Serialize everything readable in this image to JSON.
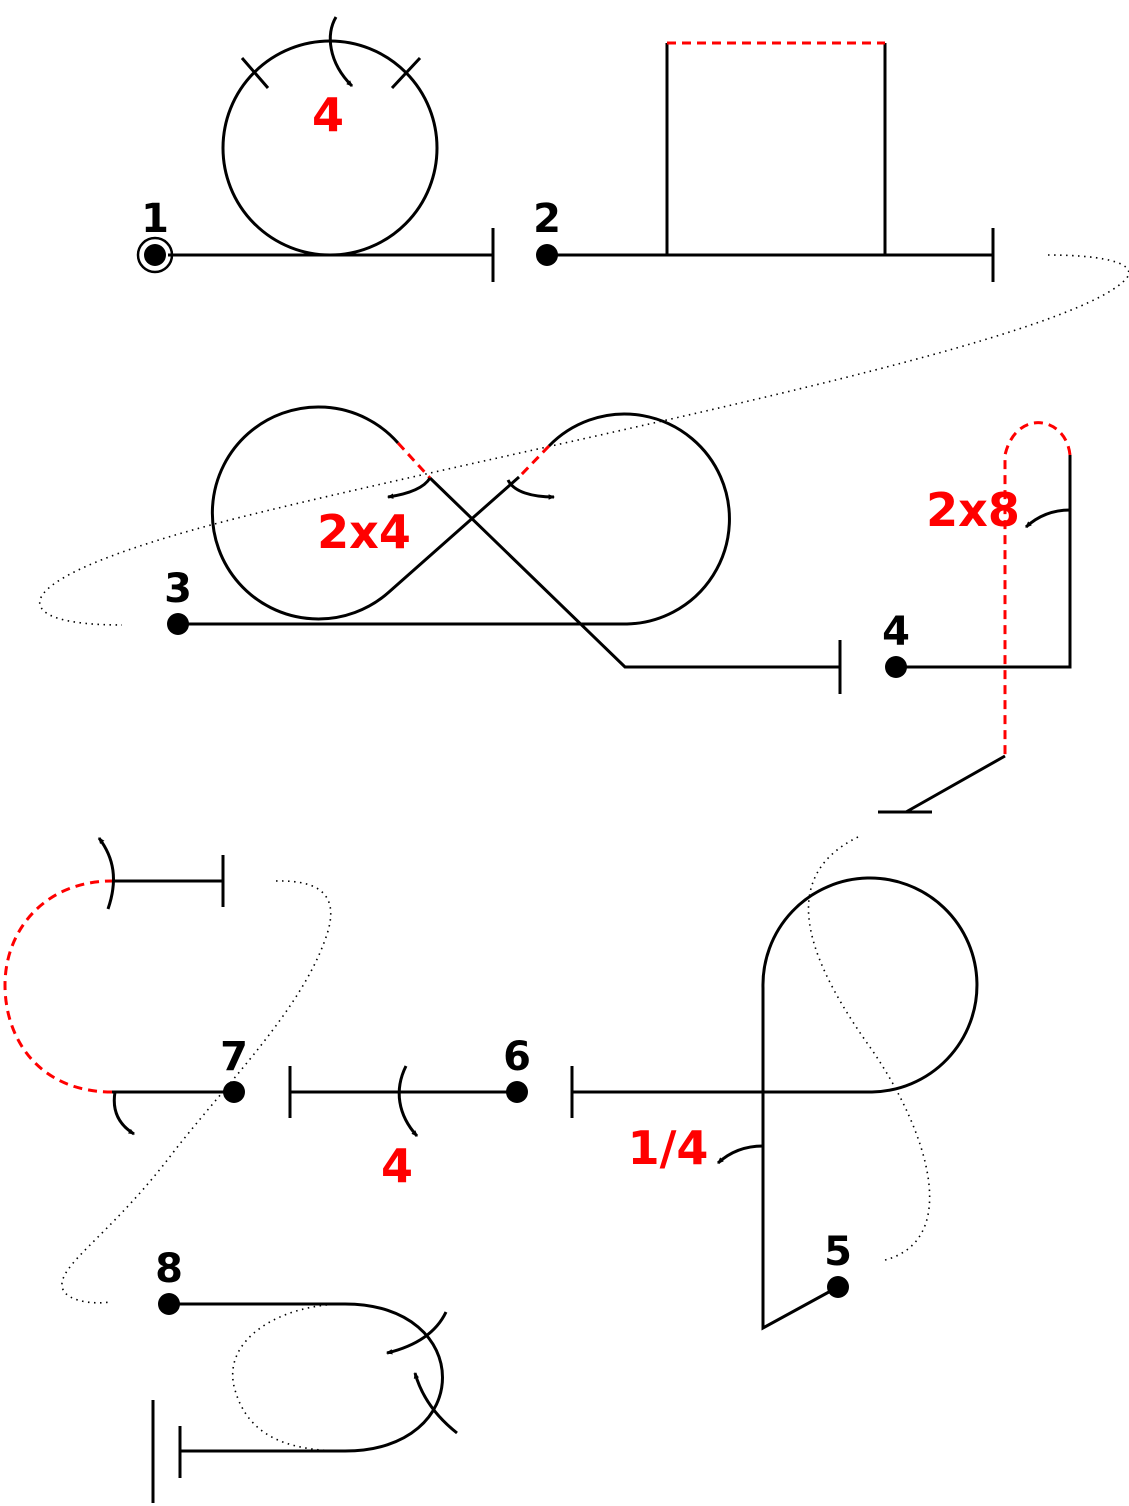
{
  "colors": {
    "line": "#000000",
    "highlight": "#ff0000"
  },
  "figures": [
    {
      "number": "1",
      "count": "4"
    },
    {
      "number": "2"
    },
    {
      "number": "3",
      "count": "2x4"
    },
    {
      "number": "4",
      "count": "2x8"
    },
    {
      "number": "5",
      "count": "1/4"
    },
    {
      "number": "6",
      "count": "4"
    },
    {
      "number": "7"
    },
    {
      "number": "8"
    }
  ]
}
